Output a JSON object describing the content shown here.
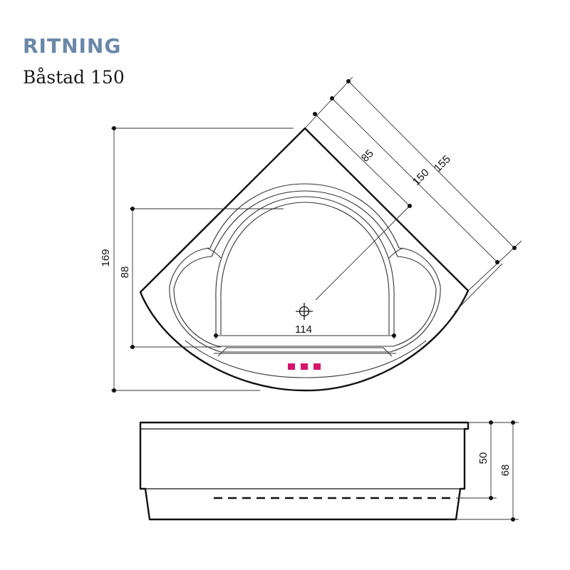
{
  "header": {
    "title": "RITNING",
    "subtitle": "Båstad 150"
  },
  "dimensions": {
    "side_155": "155",
    "side_150": "150",
    "radius_85": "85",
    "height_169": "169",
    "inner_88": "88",
    "width_114": "114",
    "side_view_50": "50",
    "side_view_68": "68"
  },
  "colors": {
    "line": "#111111",
    "thin": "#333333",
    "jets": "#d4146e",
    "title": "#6a88a8"
  }
}
